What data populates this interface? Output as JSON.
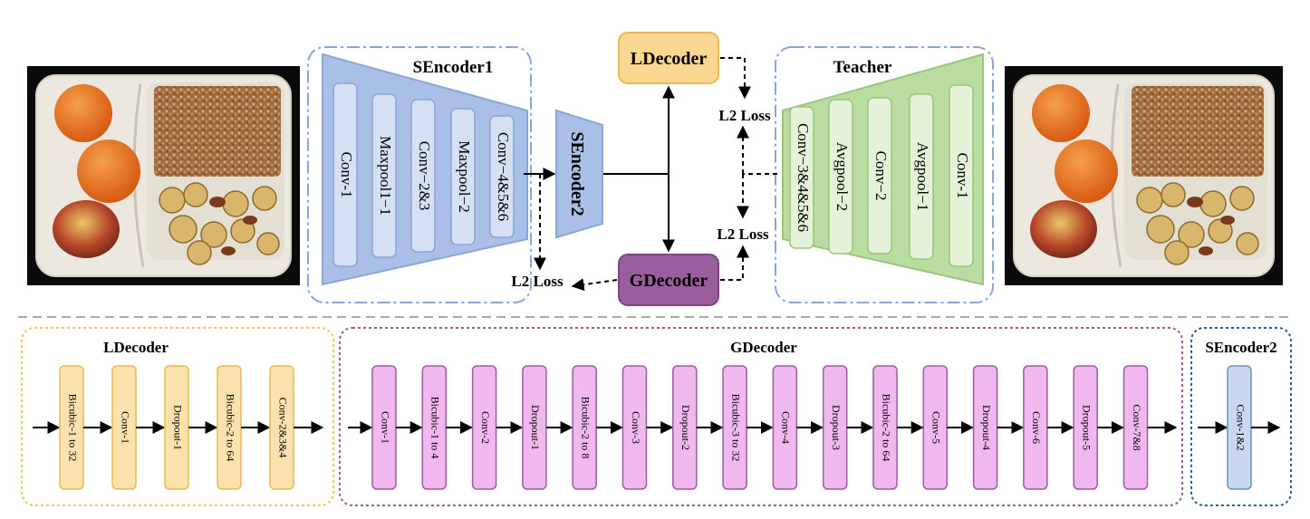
{
  "top": {
    "sencoder1": {
      "title": "SEncoder1",
      "layers": [
        "Conv-1",
        "Maxpool1−1",
        "Conv−2&3",
        "Maxpool−2",
        "Conv−4&5&6"
      ]
    },
    "sencoder2_label": "SEncoder2",
    "ldecoder_label": "LDecoder",
    "gdecoder_label": "GDecoder",
    "teacher": {
      "title": "Teacher",
      "layers": [
        "Conv−3&4&5&6",
        "Avgpool−2",
        "Conv−2",
        "Avgpool−1",
        "Conv-1"
      ]
    },
    "loss_labels": [
      "L2 Loss",
      "L2 Loss",
      "L2 Loss"
    ]
  },
  "bottom": {
    "ldecoder": {
      "title": "LDecoder",
      "layers": [
        "Bicubic-1 to 32",
        "Conv-1",
        "Dropout-1",
        "Bicubic-2 to 64",
        "Conv-2&3&4"
      ]
    },
    "gdecoder": {
      "title": "GDecoder",
      "layers": [
        "Conv-1",
        "Bicubic-1 to 4",
        "Conv-2",
        "Dropout-1",
        "Bicubic-2 to 8",
        "Conv-3",
        "Dropout-2",
        "Bicubic-3 to 32",
        "Conv-4",
        "Dropout-3",
        "Bicubic-2 to 64",
        "Conv-5",
        "Dropout-4",
        "Conv-6",
        "Dropout-5",
        "Conv-7&8"
      ]
    },
    "sencoder2": {
      "title": "SEncoder2",
      "layers": [
        "Conv-1&2"
      ]
    }
  },
  "colors": {
    "sencoder_fill": "#aabfe6",
    "sencoder_block": "#d5e0f5",
    "teacher_fill": "#b9dca0",
    "teacher_block": "#e4f2d8",
    "ldecoder_fill": "#fbd892",
    "gdecoder_fill": "#9a5e9e",
    "gdecoder_block": "#f0b8ee",
    "ldecoder_block": "#fbe2ad",
    "sencoder2_block": "#c9d8f0"
  }
}
